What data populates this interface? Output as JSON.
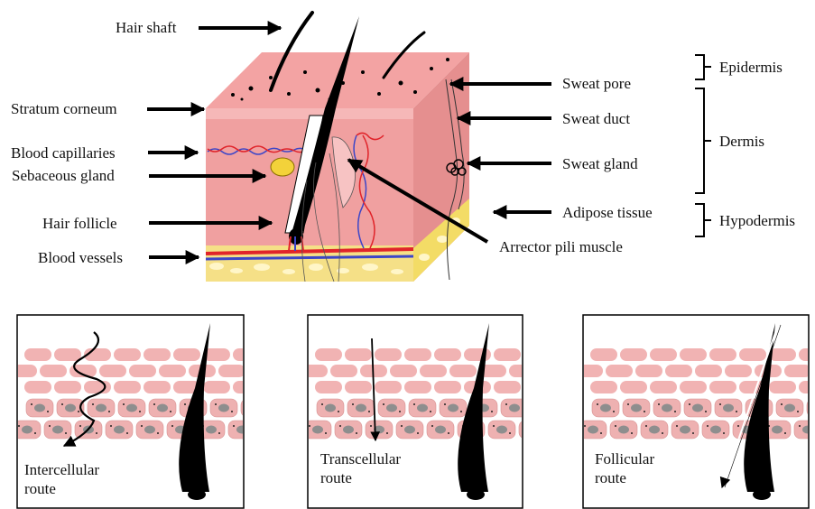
{
  "labels": {
    "hair_shaft": "Hair shaft",
    "stratum_corneum": "Stratum corneum",
    "blood_capillaries": "Blood capillaries",
    "sebaceous_gland": "Sebaceous gland",
    "hair_follicle": "Hair follicle",
    "blood_vessels": "Blood vessels",
    "sweat_pore": "Sweat pore",
    "sweat_duct": "Sweat duct",
    "sweat_gland": "Sweat gland",
    "adipose_tissue": "Adipose tissue",
    "arrector_pili_muscle": "Arrector pili muscle"
  },
  "layers": {
    "epidermis": "Epidermis",
    "dermis": "Dermis",
    "hypodermis": "Hypodermis"
  },
  "routes": [
    {
      "line1": "Intercellular",
      "line2": "route"
    },
    {
      "line1": "Transcellular",
      "line2": "route"
    },
    {
      "line1": "Follicular",
      "line2": "route"
    }
  ],
  "colors": {
    "skin_top": "#f3a3a3",
    "skin_front": "#f0a0a0",
    "skin_side": "#e58f8f",
    "fat": "#f3dc66",
    "artery": "#e0242a",
    "vein": "#3c46c8",
    "cell": "#f1b3b3",
    "nucleus": "#8e8e8e"
  }
}
